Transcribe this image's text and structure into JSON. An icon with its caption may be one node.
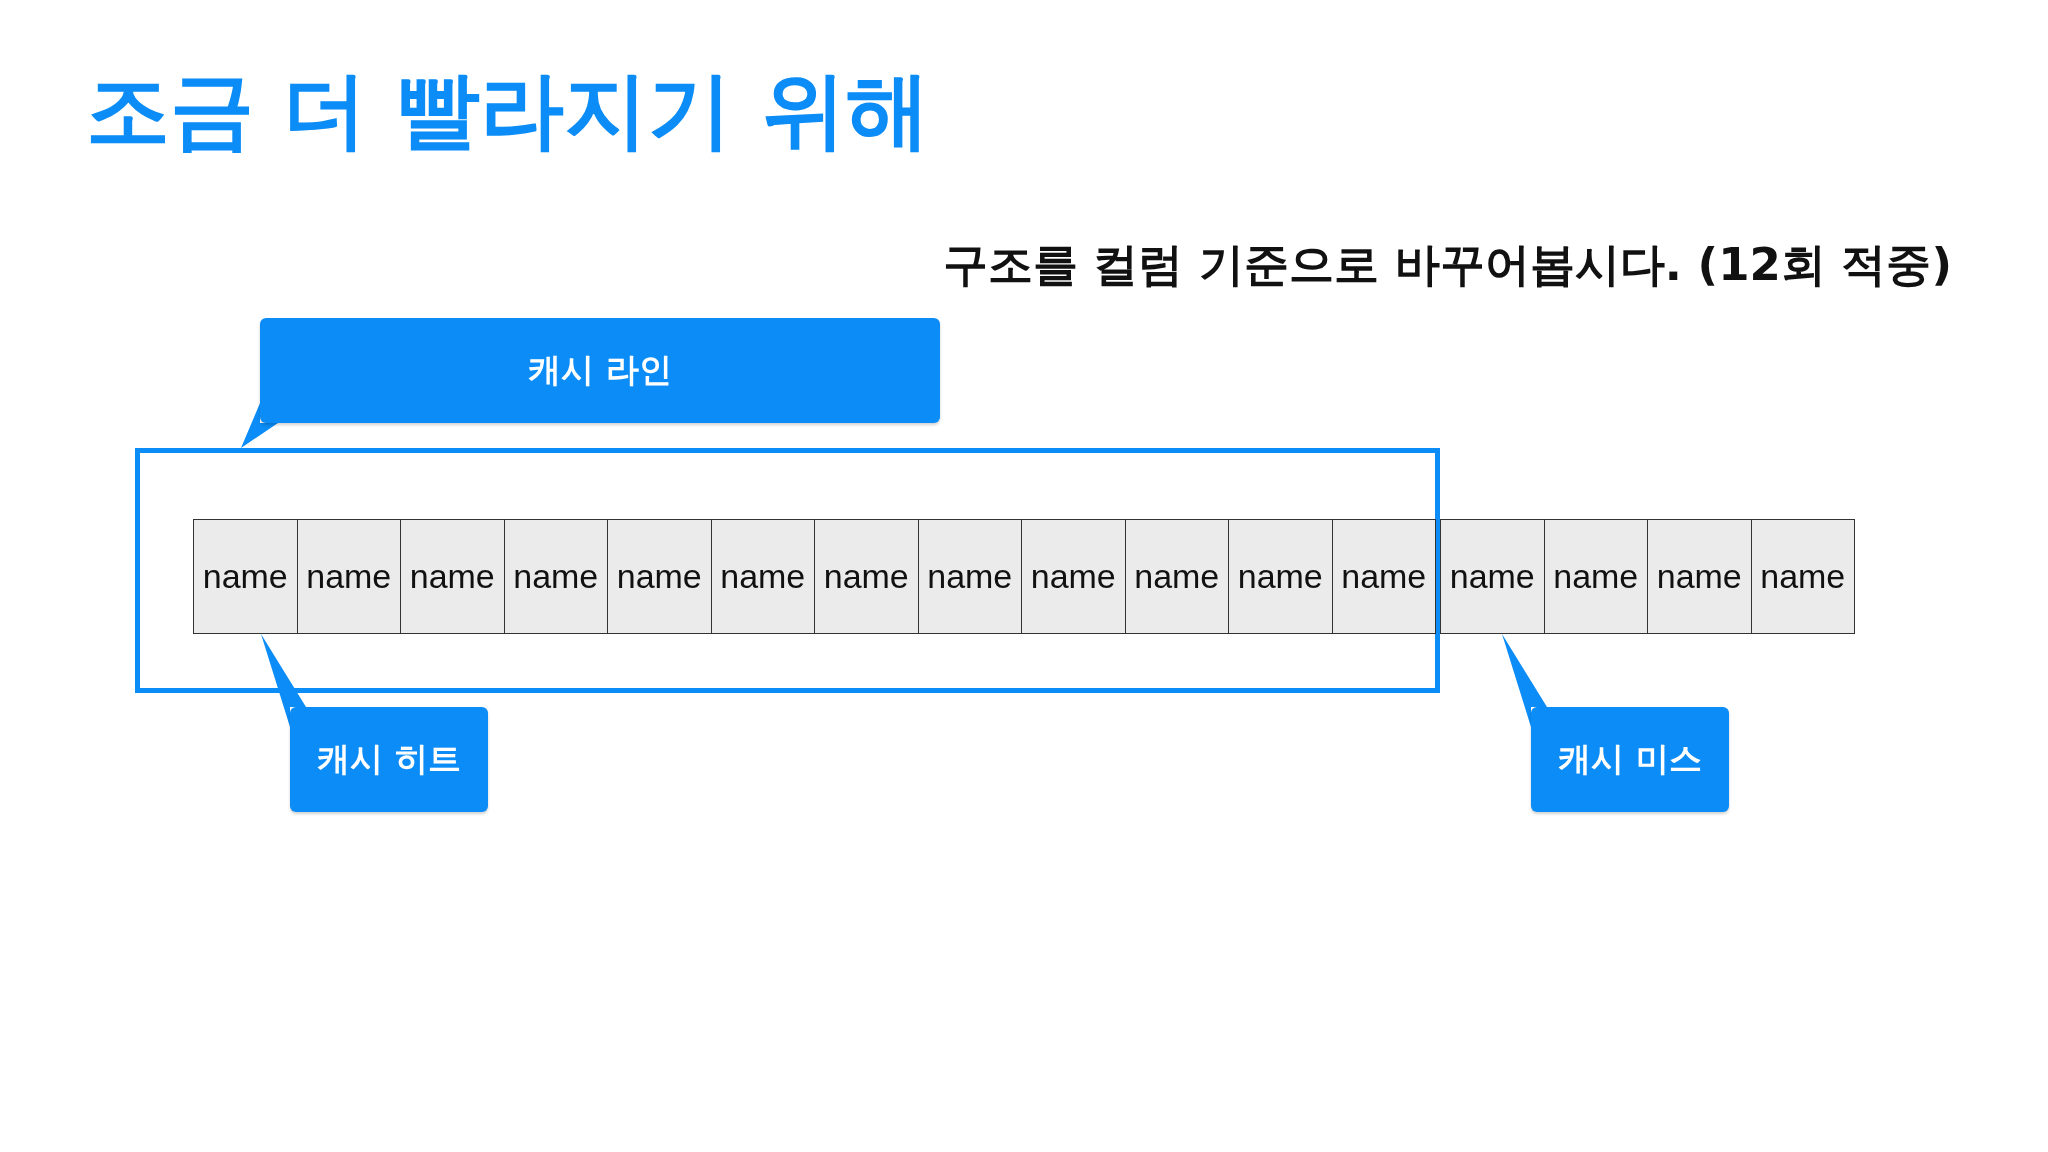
{
  "diagram": {
    "title": "조금 더 빨라지기 위해",
    "nodes": [
      {
        "text": [
          "캐시 라인"
        ]
      },
      {
        "text": [],
        "shape": "box"
      },
      {
        "text": [
          "name"
        ],
        "in": 1
      },
      {
        "text": [
          "name"
        ],
        "in": 1
      },
      {
        "text": [
          "name"
        ],
        "in": 1
      },
      {
        "text": [
          "name"
        ],
        "in": 1
      },
      {
        "text": [
          "name"
        ],
        "in": 1
      },
      {
        "text": [
          "name"
        ],
        "in": 1
      },
      {
        "text": [
          "name"
        ],
        "in": 1
      },
      {
        "text": [
          "name"
        ],
        "in": 1
      },
      {
        "text": [
          "name"
        ],
        "in": 1
      },
      {
        "text": [
          "name"
        ],
        "in": 1
      },
      {
        "text": [
          "name"
        ],
        "in": 1
      },
      {
        "text": [
          "name"
        ],
        "in": 1
      },
      {
        "text": [
          "name"
        ]
      },
      {
        "text": [
          "name"
        ]
      },
      {
        "text": [
          "name"
        ]
      },
      {
        "text": [
          "name"
        ]
      },
      {
        "text": [
          "캐시 히트"
        ]
      },
      {
        "text": [
          "캐시 미스"
        ]
      }
    ],
    "edges": [
      {
        "from": 0,
        "to": 1,
        "arrow": "none"
      },
      {
        "from": 18,
        "to": 2,
        "arrow": "none"
      },
      {
        "from": 19,
        "to": 14,
        "arrow": "none"
      }
    ],
    "labels": [
      "구조를 컬럼 기준으로 바꾸어봅시다. (12회 적중)"
    ]
  }
}
